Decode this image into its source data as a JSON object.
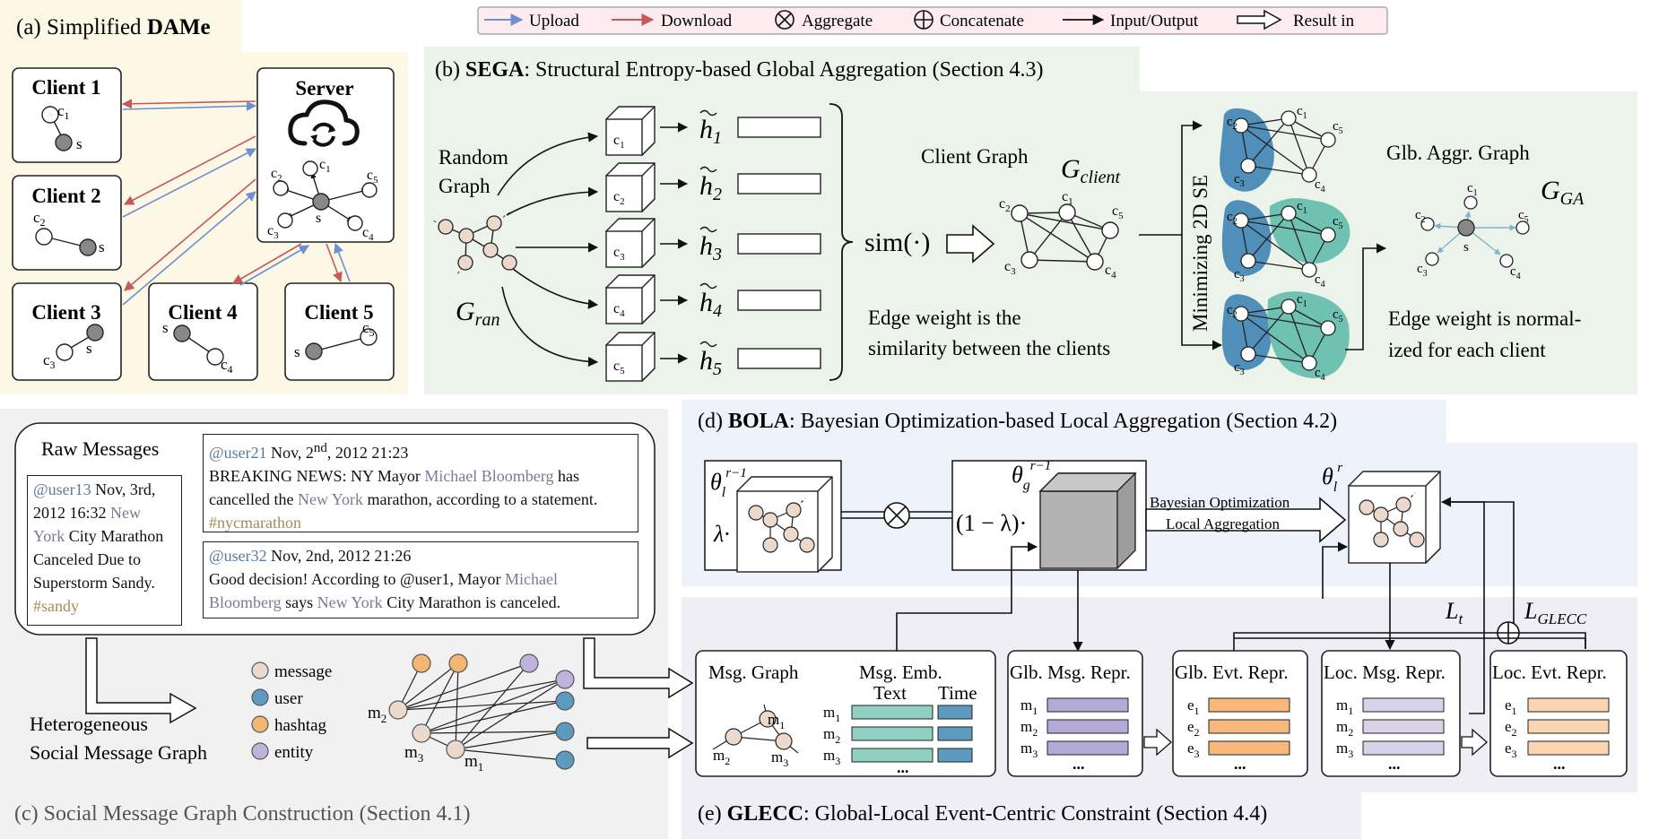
{
  "legend": {
    "upload": "Upload",
    "download": "Download",
    "aggregate": "Aggregate",
    "concatenate": "Concatenate",
    "io": "Input/Output",
    "result": "Result in",
    "colors": {
      "upload": "#6f8fce",
      "download": "#c45a5a"
    }
  },
  "panel_a": {
    "title_prefix": "(a) Simplified ",
    "title_bold": "DAMe",
    "server": "Server",
    "clients": [
      "Client 1",
      "Client 2",
      "Client 3",
      "Client 4",
      "Client 5"
    ]
  },
  "panel_b": {
    "title_prefix": "(b) ",
    "title_bold": "SEGA",
    "title_rest": ": Structural Entropy-based Global Aggregation (Section 4.3)",
    "random_graph": [
      "Random",
      "Graph"
    ],
    "g_ran": "G",
    "g_ran_sub": "ran",
    "h_labels": [
      "h",
      "h",
      "h",
      "h",
      "h"
    ],
    "h_subs": [
      "1",
      "2",
      "3",
      "4",
      "5"
    ],
    "sim": "sim(·)",
    "client_graph": "Client Graph",
    "g_client": "G",
    "g_client_sub": "client",
    "edge_weight": [
      "Edge weight is the",
      "similarity between the clients"
    ],
    "minimizing": "Minimizing 2D SE",
    "glb_aggr": "Glb. Aggr. Graph",
    "g_ga": "G",
    "g_ga_sub": "GA",
    "normalized": [
      "Edge weight is normal-",
      "ized for each client"
    ],
    "colors": {
      "bg": "#ecf3ea",
      "blue_comm": "#4f8fba",
      "teal_comm": "#6fc1b2"
    }
  },
  "panel_c": {
    "title": "(c) Social Message Graph Construction (Section 4.1)",
    "raw_messages": "Raw Messages",
    "msg1": {
      "user": "@user13",
      "date": " Nov, 3rd, 2012 16:32 ",
      "ent": "New York",
      "text1": " City Marathon Canceled Due to Superstorm Sandy. ",
      "tag": "#sandy"
    },
    "msg2": {
      "user": "@user21",
      "date_pre": " Nov, 2",
      "date_sup": "nd",
      "date_post": ", 2012 21:23",
      "t1": "BREAKING NEWS: NY Mayor ",
      "ent1": "Michael Bloomberg",
      "t2": " has cancelled the ",
      "ent2": "New York",
      "t3": " marathon, according to a statement. ",
      "tag": "#nycmarathon"
    },
    "msg3": {
      "user": "@user32",
      "date": " Nov, 2nd, 2012 21:26",
      "t1": "Good decision! According to @user1, Mayor ",
      "ent1": "Michael Bloomberg",
      "t2": " says ",
      "ent2": "New York",
      "t3": " City Marathon is canceled."
    },
    "legend": [
      "message",
      "user",
      "hashtag",
      "entity"
    ],
    "hetero": [
      "Heterogeneous",
      "Social Message Graph"
    ],
    "colors": {
      "message": "#ead9cc",
      "user": "#5c9bbf",
      "hashtag": "#f3b572",
      "entity": "#bfb3db"
    }
  },
  "panel_d": {
    "title_prefix": "(d) ",
    "title_bold": "BOLA",
    "title_rest": ": Bayesian Optimization-based Local Aggregation (Section 4.2)",
    "lambda": "λ·",
    "one_minus": "(1 − λ)·",
    "bo": [
      "Bayesian Optimization",
      "Local Aggregation"
    ]
  },
  "panel_e": {
    "title_prefix": "(e) ",
    "title_bold": "GLECC",
    "title_rest": ": Global-Local Event-Centric Constraint (Section 4.4)",
    "msg_graph": "Msg. Graph",
    "msg_emb": "Msg. Emb.",
    "text": "Text",
    "time": "Time",
    "glb_msg": "Glb. Msg. Repr.",
    "glb_evt": "Glb. Evt. Repr.",
    "loc_msg": "Loc. Msg. Repr.",
    "loc_evt": "Loc. Evt. Repr.",
    "lt": "L",
    "lt_sub": "t",
    "lglecc": "L",
    "lglecc_sub": "GLECC",
    "dots": "...",
    "colors": {
      "text_emb": "#8fd0c3",
      "time_emb": "#5c9bbf",
      "glb_msg": "#b4aad8",
      "evt": "#f8b87c",
      "loc_msg": "#d9d3ea",
      "loc_evt": "#fbd5b2"
    }
  }
}
